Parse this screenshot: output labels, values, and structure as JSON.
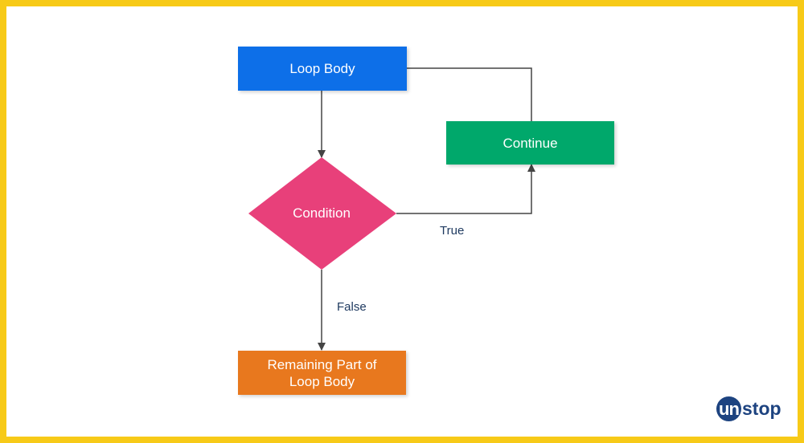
{
  "nodes": {
    "loop_body": "Loop Body",
    "condition": "Condition",
    "continue": "Continue",
    "remaining": "Remaining Part of Loop Body"
  },
  "edges": {
    "true_label": "True",
    "false_label": "False"
  },
  "logo": {
    "text": "unstop",
    "circle_part": "un",
    "rest_part": "stop"
  },
  "colors": {
    "frame": "#f7ca18",
    "loop_body": "#0d6fe8",
    "condition": "#e8407a",
    "continue": "#00a86b",
    "remaining": "#e8781e",
    "arrow": "#444444",
    "edge_label": "#1f3a60",
    "logo": "#1d4380"
  }
}
